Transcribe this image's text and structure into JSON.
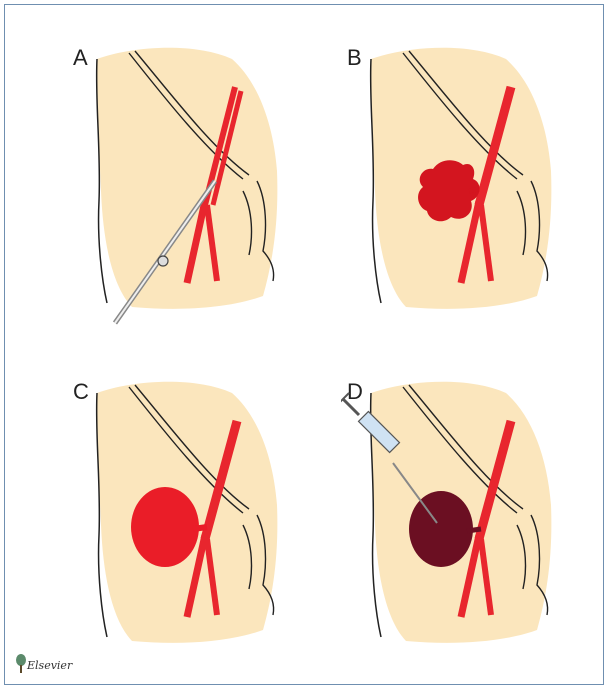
{
  "panels": [
    {
      "letter": "A",
      "stage": "needle-puncture"
    },
    {
      "letter": "B",
      "stage": "hematoma"
    },
    {
      "letter": "C",
      "stage": "pseudoaneurysm"
    },
    {
      "letter": "D",
      "stage": "thrombin-injection"
    }
  ],
  "publisher_logo": "Elsevier",
  "colors": {
    "skin": "#fbe6bd",
    "artery": "#e8262e",
    "hematoma": "#d3151f",
    "pseudoaneurysm": "#ea1d28",
    "thrombosed": "#6b0f22",
    "outline": "#222222",
    "border": "#6f8fb0"
  }
}
